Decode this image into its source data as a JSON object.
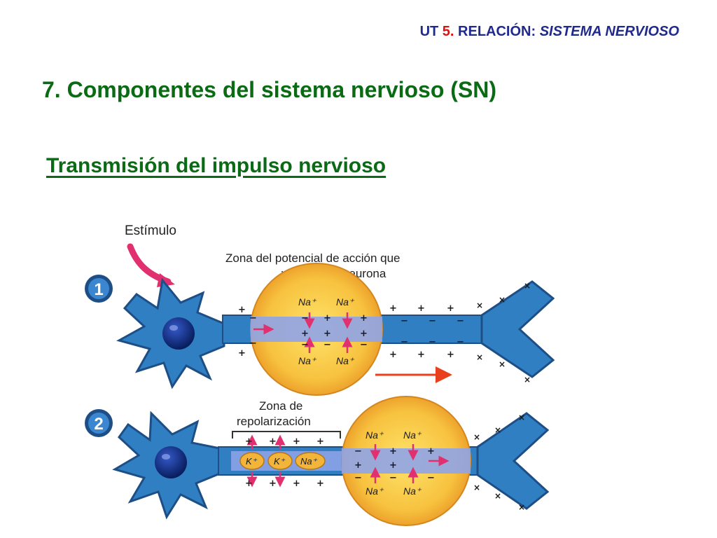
{
  "header": {
    "prefix": "UT ",
    "unit_number": "5.",
    "relation_label": " RELACIÓN: ",
    "subject": "SISTEMA NERVIOSO"
  },
  "title": "7. Componentes del sistema nervioso (SN)",
  "subtitle": "Transmisión del impulso nervioso",
  "diagram": {
    "stimulus_label": "Estímulo",
    "zone_action_line1": "Zona del potencial de acción que",
    "zone_action_line2": "viaja por la neurona",
    "zone_repol_line1": "Zona de",
    "zone_repol_line2": "repolarización",
    "step1": "1",
    "step2": "2",
    "na_label": "Na⁺",
    "k_label": "K⁺",
    "colors": {
      "neuron_blue": "#2f7fc2",
      "neuron_dark": "#1d4f86",
      "nucleus": "#0b2a7a",
      "zone_orange": "#f2a531",
      "zone_yellow": "#ffe36a",
      "axon_inner": "#8fa4e8",
      "arrow_pink": "#e0306f",
      "direction_arrow": "#e8401c"
    }
  }
}
